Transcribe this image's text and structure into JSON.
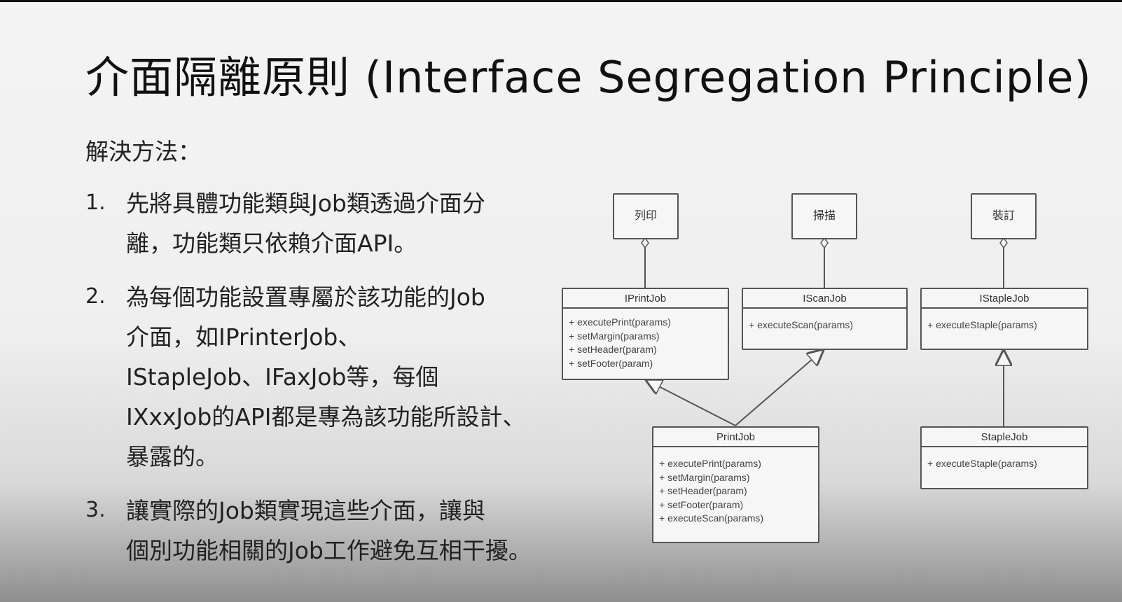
{
  "slide": {
    "title": "介面隔離原則 (Interface Segregation Principle)",
    "subtitle": "解決方法：",
    "steps": [
      {
        "number": "1.",
        "lines": [
          "先將具體功能類與Job類透過介面分",
          "離，功能類只依賴介面API。"
        ]
      },
      {
        "number": "2.",
        "lines": [
          "為每個功能設置專屬於該功能的Job",
          "介面，如IPrinterJob、",
          "IStapleJob、IFaxJob等，每個",
          "IXxxJob的API都是專為該功能所設計、",
          "暴露的。"
        ]
      },
      {
        "number": "3.",
        "lines": [
          "讓實際的Job類實現這些介面，讓與",
          "個別功能相關的Job工作避免互相干擾。"
        ]
      }
    ]
  },
  "diagram": {
    "features": [
      "列印",
      "掃描",
      "裝訂"
    ],
    "classes": [
      {
        "name": "IPrintJob",
        "methods": [
          "+ executePrint(params)",
          "+ setMargin(params)",
          "+ setHeader(param)",
          "+ setFooter(param)"
        ]
      },
      {
        "name": "IScanJob",
        "methods": [
          "+ executeScan(params)"
        ]
      },
      {
        "name": "IStapleJob",
        "methods": [
          "+ executeStaple(params)"
        ]
      },
      {
        "name": "PrintJob",
        "methods": [
          "+ executePrint(params)",
          "+ setMargin(params)",
          "+ setHeader(param)",
          "+ setFooter(param)",
          "+ executeScan(params)"
        ]
      },
      {
        "name": "StapleJob",
        "methods": [
          "+ executeStaple(params)"
        ]
      }
    ]
  }
}
